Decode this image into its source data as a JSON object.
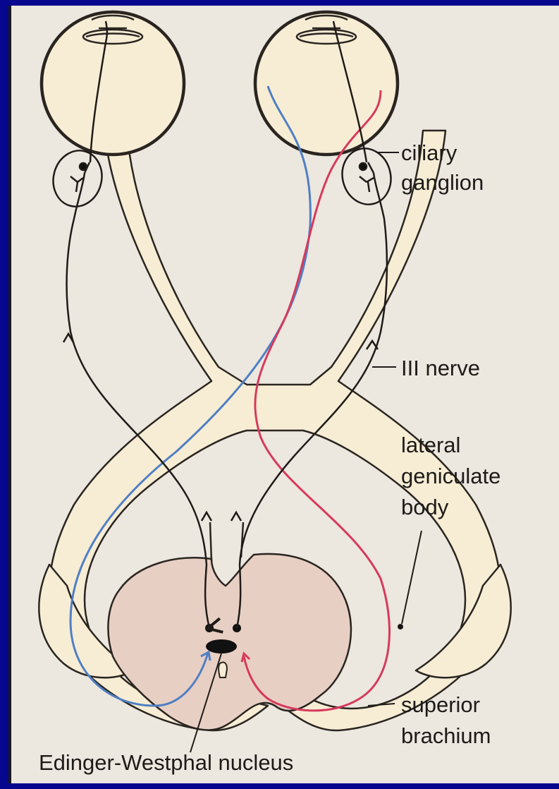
{
  "labels": {
    "ciliary_ganglion_1": "ciliary",
    "ciliary_ganglion_2": "ganglion",
    "iii_nerve": "III nerve",
    "lgb_1": "lateral",
    "lgb_2": "geniculate",
    "lgb_3": "body",
    "superior_brachium_1": "superior",
    "superior_brachium_2": "brachium",
    "ew_nucleus": "Edinger-Westphal nucleus"
  },
  "colors": {
    "background_frame": "#06068e",
    "paper": "#ece7df",
    "optic_pathway_fill": "#f7edd5",
    "midbrain_fill": "#e8cfc4",
    "outline": "#2a2520",
    "nerve_line": "#1f1b18",
    "left_eye_afferent": "#4f7fc4",
    "right_eye_afferent": "#d63a5c"
  }
}
